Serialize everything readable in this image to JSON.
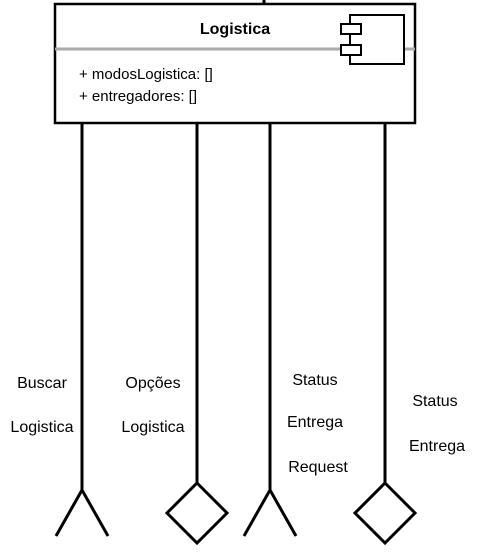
{
  "component": {
    "name": "Logistica",
    "attributes": [
      "+ modosLogistica: []",
      "+ entregadores: []"
    ]
  },
  "ports": [
    {
      "kind": "required",
      "label_lines": [
        "Buscar",
        "Logistica"
      ]
    },
    {
      "kind": "provided",
      "label_lines": [
        "Opções",
        "Logistica"
      ]
    },
    {
      "kind": "required",
      "label_lines": [
        "Status",
        "Entrega",
        "Request"
      ]
    },
    {
      "kind": "provided",
      "label_lines": [
        "Status",
        "Entrega"
      ]
    }
  ],
  "colors": {
    "stroke": "#000000",
    "divider": "#aaaaaa",
    "background": "#ffffff"
  }
}
